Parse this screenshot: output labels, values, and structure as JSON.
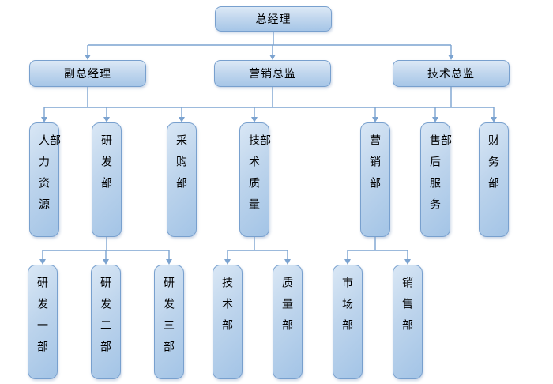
{
  "org": {
    "root": {
      "label": "总经理"
    },
    "level2": [
      {
        "label": "副总经理"
      },
      {
        "label": "营销总监"
      },
      {
        "label": "技术总监"
      }
    ],
    "level3": [
      {
        "label": "人力资源部"
      },
      {
        "label": "研发部"
      },
      {
        "label": "采购部"
      },
      {
        "label": "技术质量部"
      },
      {
        "label": "营销部"
      },
      {
        "label": "售后服务部"
      },
      {
        "label": "财务部"
      }
    ],
    "level4": [
      {
        "label": "研发一部"
      },
      {
        "label": "研发二部"
      },
      {
        "label": "研发三部"
      },
      {
        "label": "技术部"
      },
      {
        "label": "质量部"
      },
      {
        "label": "市场部"
      },
      {
        "label": "销售部"
      }
    ]
  },
  "palette": {
    "box_fill_light": "#d9e7f5",
    "box_fill_dark": "#a3c4e6",
    "box_border": "#78a0ce",
    "connector_line": "#7ba3d0",
    "text_color": "#000000",
    "background": "#ffffff"
  }
}
